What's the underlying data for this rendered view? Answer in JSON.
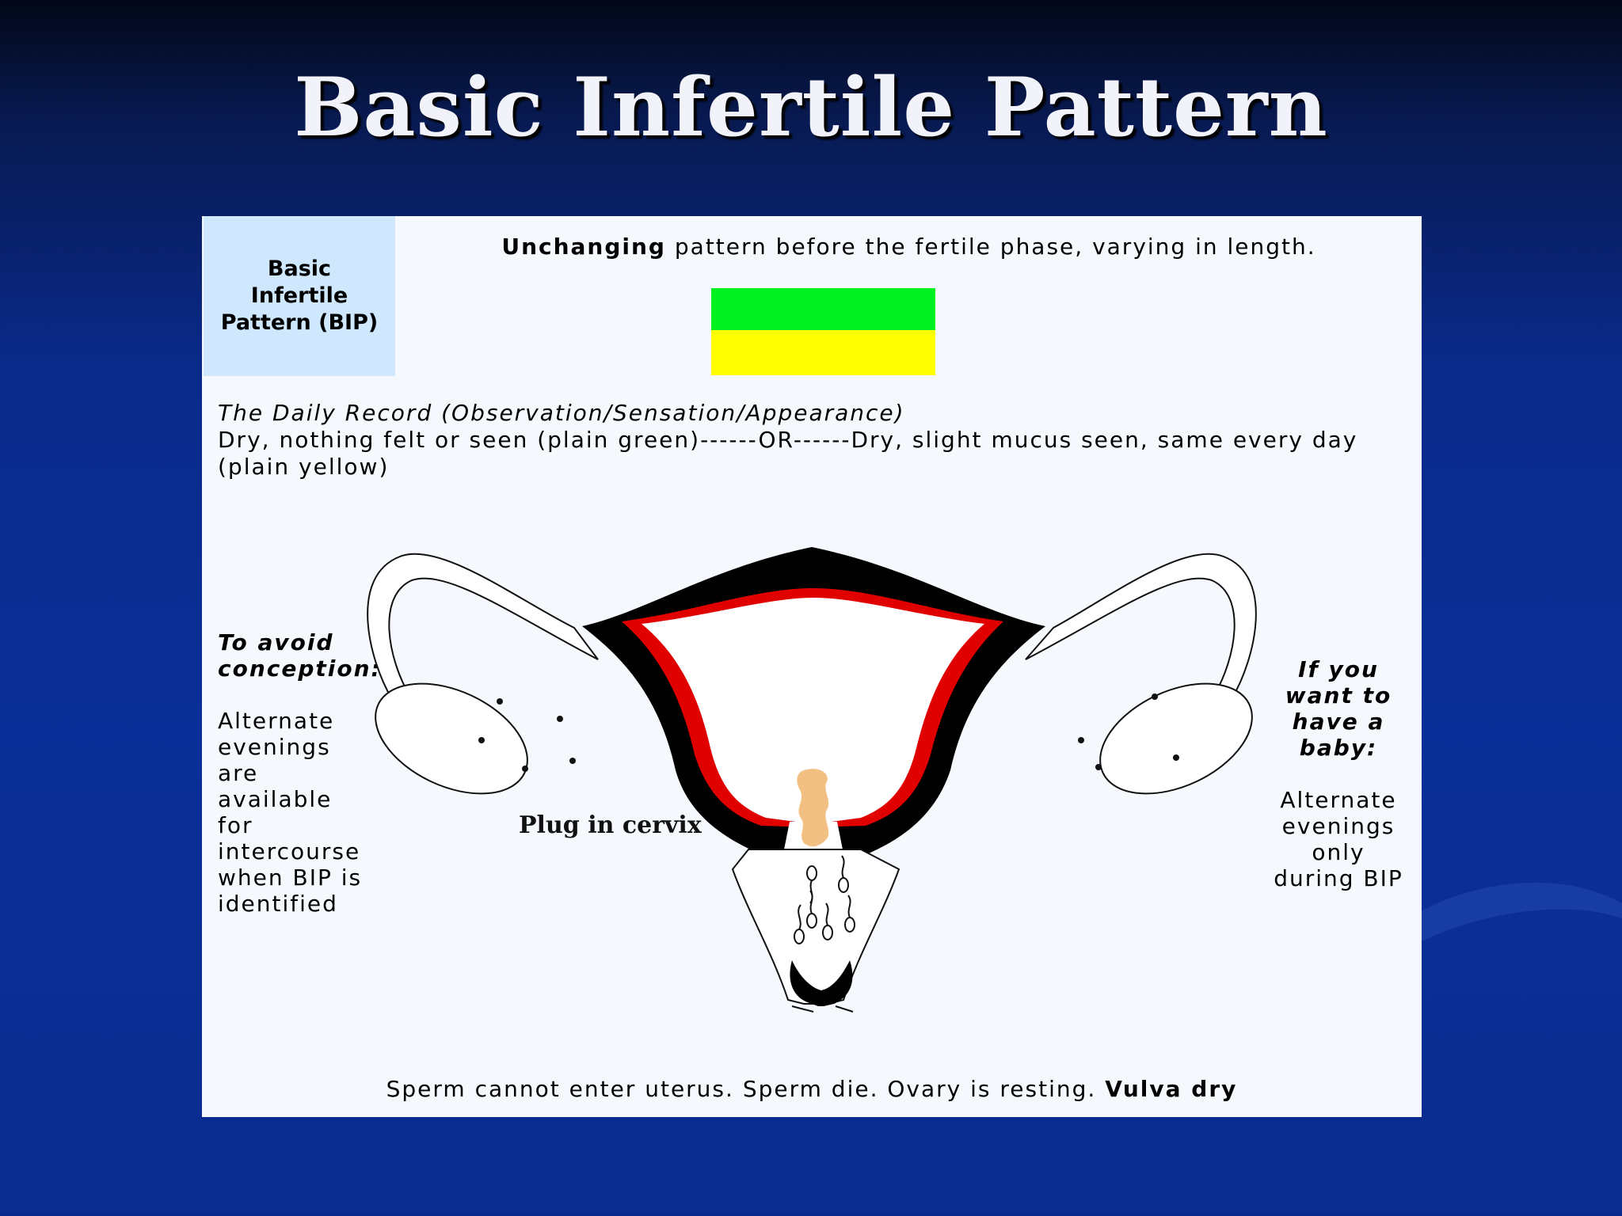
{
  "slide": {
    "title": "Basic Infertile Pattern"
  },
  "panel": {
    "bip_label": [
      "Basic",
      "Infertile",
      "Pattern (BIP)"
    ],
    "headline_bold": "Unchanging",
    "headline_rest": " pattern before the fertile phase, varying in length.",
    "flag_colors": {
      "top": "#00f020",
      "bottom": "#ffff00"
    },
    "record_heading": "The Daily Record (Observation/Sensation/Appearance)",
    "record_text": "Dry, nothing felt or seen (plain green)------OR------Dry, slight mucus seen, same every day (plain yellow)",
    "avoid_heading": [
      "To avoid",
      "conception:"
    ],
    "avoid_lines": [
      "Alternate",
      "evenings",
      "are",
      "available",
      "for",
      "intercourse",
      "when BIP is",
      "identified"
    ],
    "baby_heading": [
      "If you",
      "want to",
      "have a",
      "baby:"
    ],
    "baby_lines": [
      "Alternate",
      "evenings",
      "only",
      "during BIP"
    ],
    "plug_label": "Plug in cervix",
    "footer_text": "Sperm cannot enter uterus. Sperm die. Ovary is resting. ",
    "footer_bold": "Vulva dry"
  }
}
